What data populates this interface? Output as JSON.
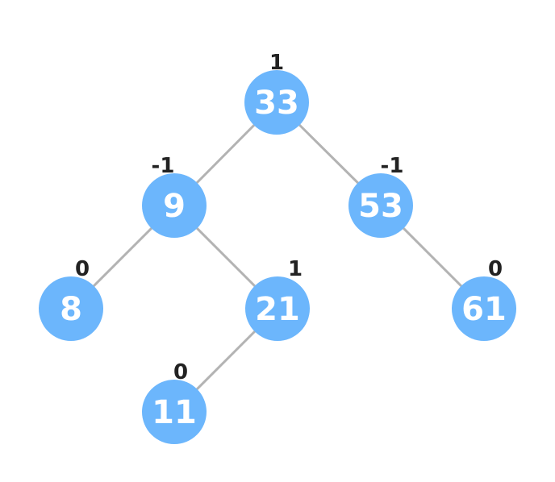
{
  "colors": {
    "node_fill": "#6cb6fc",
    "node_text": "#ffffff",
    "edge": "#b3b3b3",
    "label": "#222222",
    "background": "#ffffff"
  },
  "tree": {
    "nodes": [
      {
        "id": "n33",
        "value": "33",
        "balance": "1"
      },
      {
        "id": "n9",
        "value": "9",
        "balance": "-1"
      },
      {
        "id": "n53",
        "value": "53",
        "balance": "-1"
      },
      {
        "id": "n8",
        "value": "8",
        "balance": "0"
      },
      {
        "id": "n21",
        "value": "21",
        "balance": "1"
      },
      {
        "id": "n61",
        "value": "61",
        "balance": "0"
      },
      {
        "id": "n11",
        "value": "11",
        "balance": "0"
      }
    ],
    "edges": [
      {
        "from": "n33",
        "to": "n9"
      },
      {
        "from": "n33",
        "to": "n53"
      },
      {
        "from": "n9",
        "to": "n8"
      },
      {
        "from": "n9",
        "to": "n21"
      },
      {
        "from": "n53",
        "to": "n61"
      },
      {
        "from": "n21",
        "to": "n11"
      }
    ]
  }
}
